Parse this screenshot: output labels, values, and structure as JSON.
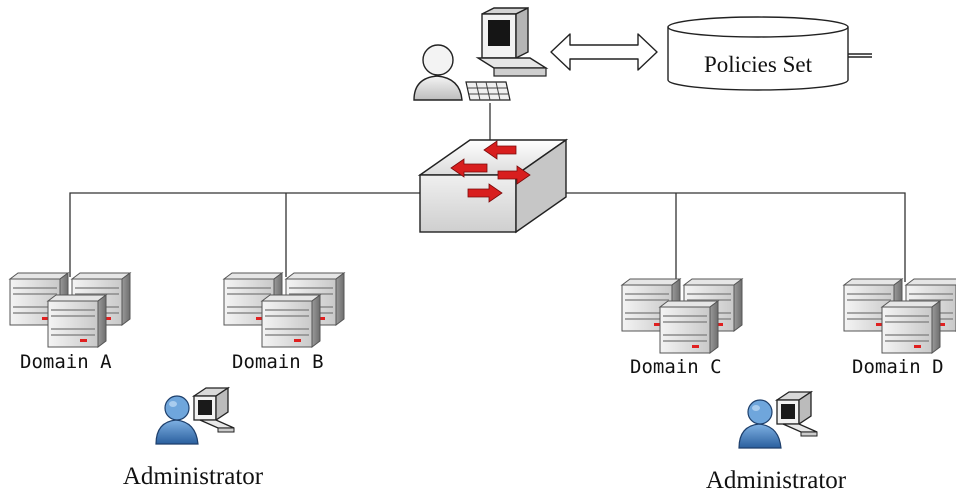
{
  "policies": {
    "label": "Policies Set"
  },
  "domains": [
    {
      "label": "Domain A"
    },
    {
      "label": "Domain B"
    },
    {
      "label": "Domain C"
    },
    {
      "label": "Domain D"
    }
  ],
  "administrators": [
    {
      "label": "Administrator"
    },
    {
      "label": "Administrator"
    }
  ],
  "icons": {
    "workstation": "user-workstation-icon",
    "switch": "network-switch-icon",
    "database": "database-icon",
    "server": "server-cluster-icon",
    "admin": "administrator-icon"
  },
  "colors": {
    "line": "#333333",
    "switch_arrow": "#d81e1e",
    "server_led": "#e02020",
    "admin_person": "#3d7fc2"
  }
}
